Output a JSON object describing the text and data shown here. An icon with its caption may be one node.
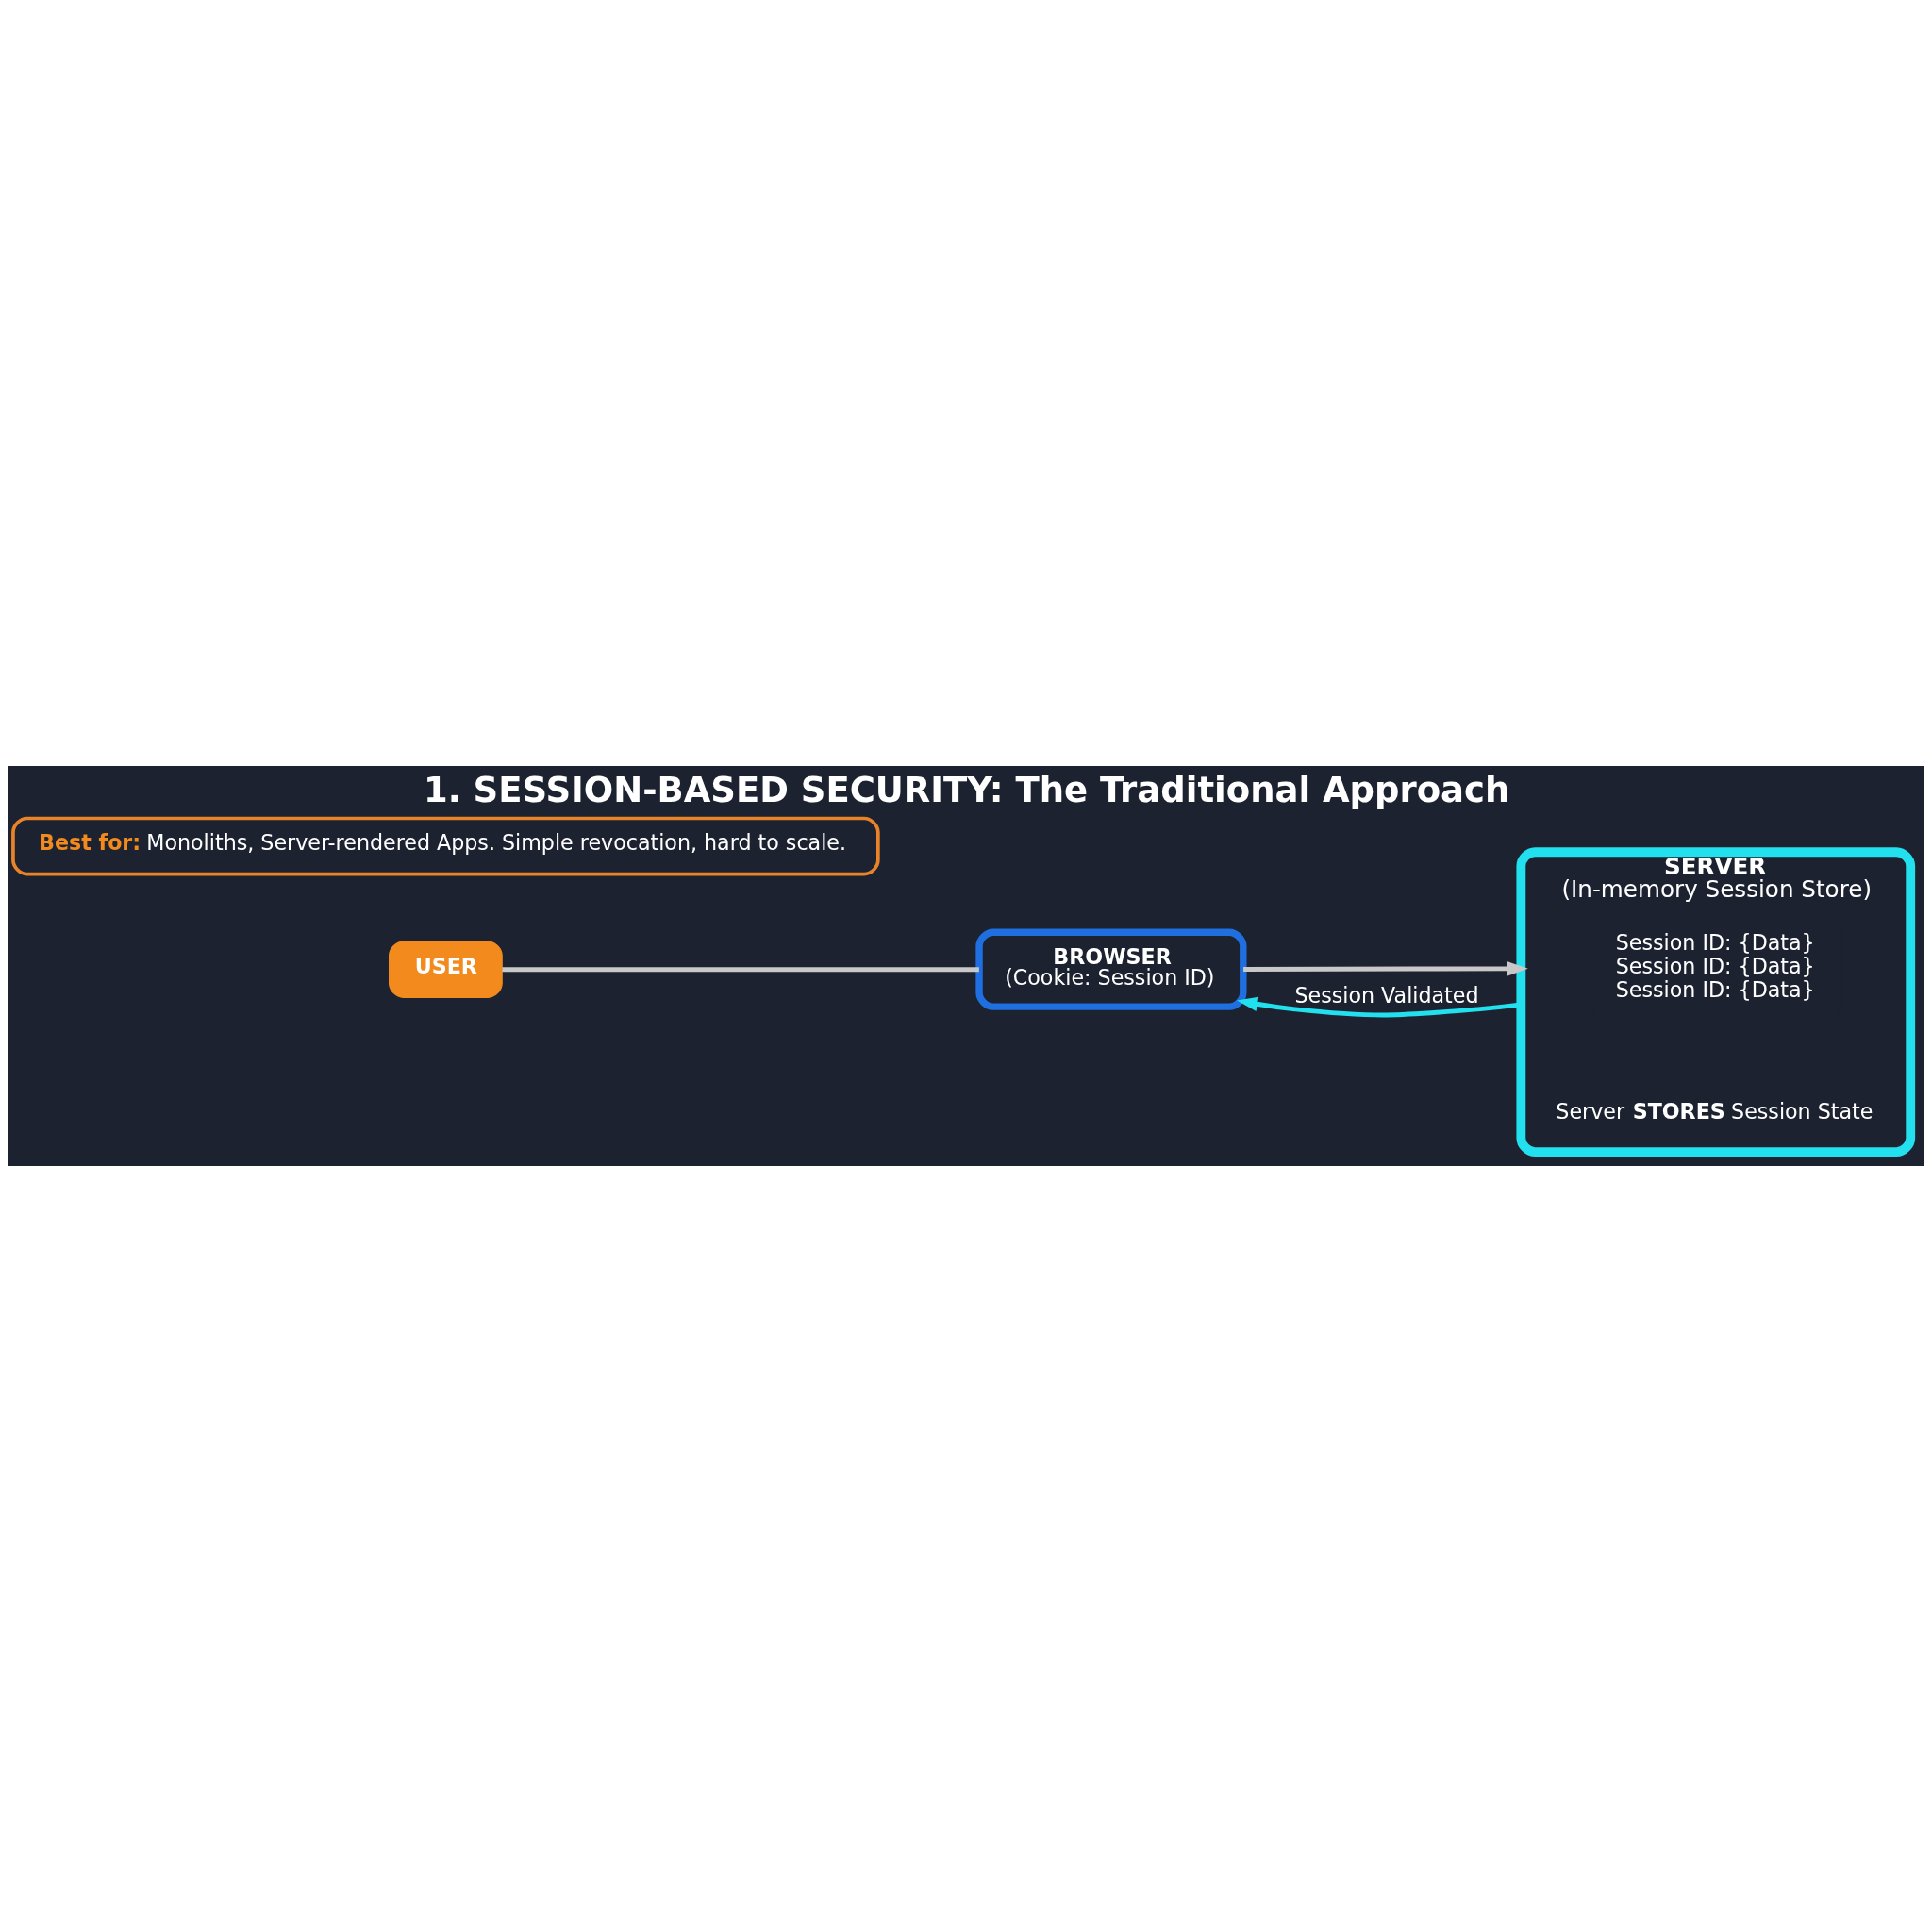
{
  "diagram": {
    "title": "1. SESSION-BASED SECURITY: The Traditional Approach",
    "nodes": [
      {
        "text": [
          "USER"
        ]
      },
      {
        "text": [
          "BROWSER",
          "(Cookie: Session ID)"
        ]
      },
      {
        "text": [
          "SERVER",
          "(In-memory Session Store)"
        ],
        "beside": [
          "Server **STORES** Session State"
        ]
      },
      {
        "text": [
          "Session ID: {Data}",
          "Session ID: {Data}",
          "Session ID: {Data}"
        ],
        "in": 2
      },
      {
        "text": [
          "**Best for:** Monoliths, Server-rendered Apps. Simple revocation, hard to scale."
        ]
      }
    ],
    "edges": [
      {
        "from": 0,
        "to": 1,
        "arrow": "none"
      },
      {
        "from": 1,
        "to": 2,
        "arrow": "to"
      },
      {
        "from": 2,
        "to": 1,
        "arrow": "to",
        "label": "Session Validated",
        "color": "#22e0ee"
      }
    ]
  }
}
